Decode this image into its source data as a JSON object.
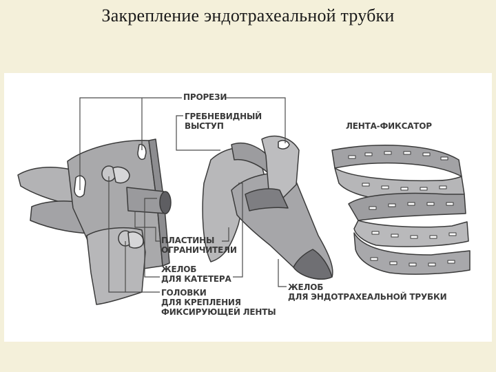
{
  "slide": {
    "title": "Закрепление эндотрахеальной трубки"
  },
  "diagram": {
    "labels": {
      "slots": "ПРОРЕЗИ",
      "ridge_line1": "ГРЕБНЕВИДНЫЙ",
      "ridge_line2": "ВЫСТУП",
      "tape": "ЛЕНТА-ФИКСАТОР",
      "plates_line1": "ПЛАСТИНЫ",
      "plates_line2": "ОГРАНИЧИТЕЛИ",
      "catheter_groove_line1": "ЖЕЛОБ",
      "catheter_groove_line2": "ДЛЯ КАТЕТЕРА",
      "heads_line1": "ГОЛОВКИ",
      "heads_line2": "ДЛЯ КРЕПЛЕНИЯ",
      "heads_line3": "ФИКСИРУЮЩЕЙ ЛЕНТЫ",
      "tube_groove_line1": "ЖЕЛОБ",
      "tube_groove_line2": "ДЛЯ ЭНДОТРАХЕАЛЬНОЙ ТРУБКИ"
    },
    "colors": {
      "background": "#f4f0da",
      "panel": "#ffffff",
      "device_fill": "#a9a9ab",
      "device_dark": "#7c7c80",
      "device_light": "#d0d0d2",
      "outline": "#3a3a3a",
      "leader_line": "#4a4a4a"
    }
  }
}
